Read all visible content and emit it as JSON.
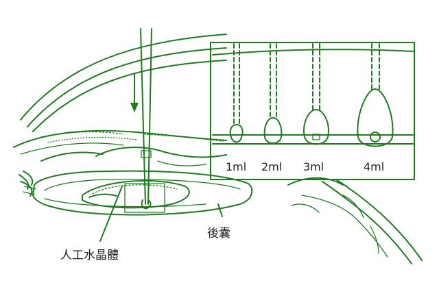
{
  "labels": {
    "posterior_capsule": "後囊",
    "intraocular_lens": "人工水晶體"
  },
  "volumes": [
    "1ml",
    "2ml",
    "3ml",
    "4ml"
  ],
  "colors": {
    "line": "#1f7a1f",
    "text": "#222222"
  }
}
